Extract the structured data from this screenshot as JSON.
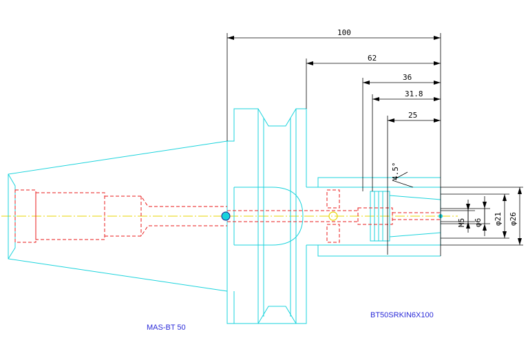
{
  "dimensions": {
    "overall_length": "100",
    "taper_to_end": "62",
    "d36": "36",
    "d31_8": "31.8",
    "d25": "25",
    "angle": "4.5°",
    "thread": "M5",
    "dia6": "φ6",
    "dia21": "φ21",
    "dia26": "φ26"
  },
  "labels": {
    "holder": "MAS-BT 50",
    "model": "BT50SRKIN6X100"
  },
  "colors": {
    "outline": "#19d3dc",
    "hidden": "#e81a1a",
    "centerline": "#e8d400",
    "dimension": "#000000",
    "caption": "#2a2ad8"
  }
}
